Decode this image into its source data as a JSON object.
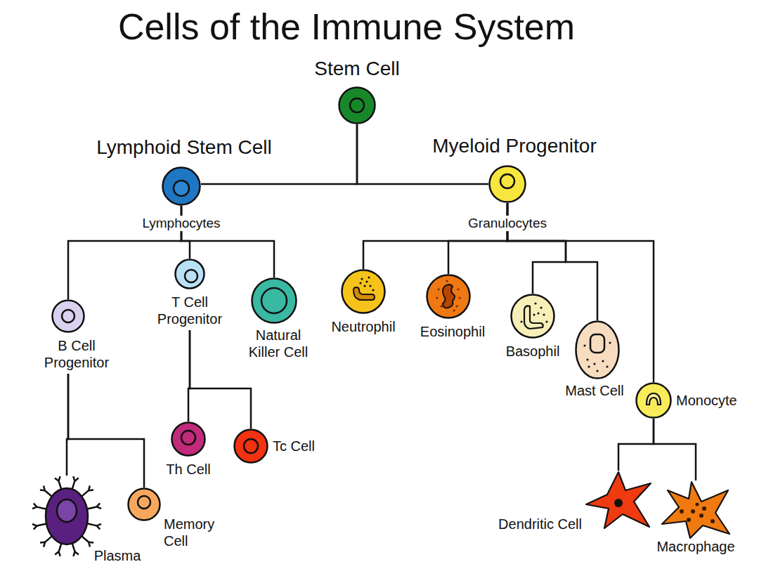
{
  "diagram": {
    "title": "Cells of the Immune System",
    "nodes": [
      {
        "text": [
          "Stem Cell"
        ]
      },
      {
        "text": [
          "Lymphoid Stem Cell"
        ]
      },
      {
        "text": [
          "Myeloid Progenitor"
        ]
      },
      {
        "text": [
          "B Cell Progenitor"
        ]
      },
      {
        "text": [
          "T Cell Progenitor"
        ]
      },
      {
        "text": [
          "Natural Killer Cell"
        ]
      },
      {
        "text": [
          "Neutrophil"
        ]
      },
      {
        "text": [
          "Eosinophil"
        ]
      },
      {
        "text": [
          "Basophil"
        ]
      },
      {
        "text": [
          "Mast Cell"
        ]
      },
      {
        "text": [
          "Monocyte"
        ]
      },
      {
        "text": [
          "Th Cell"
        ]
      },
      {
        "text": [
          "Tc Cell"
        ]
      },
      {
        "text": [
          "Plasma"
        ]
      },
      {
        "text": [
          "Memory Cell"
        ]
      },
      {
        "text": [
          "Dendritic Cell"
        ]
      },
      {
        "text": [
          "Macrophage"
        ]
      }
    ],
    "edges": [
      {
        "from": 0,
        "to": 1,
        "arrow": "none"
      },
      {
        "from": 0,
        "to": 2,
        "arrow": "none"
      },
      {
        "from": 1,
        "to": 3,
        "arrow": "none"
      },
      {
        "from": 1,
        "to": 4,
        "arrow": "none"
      },
      {
        "from": 1,
        "to": 5,
        "arrow": "none"
      },
      {
        "from": 2,
        "to": 6,
        "arrow": "none"
      },
      {
        "from": 2,
        "to": 7,
        "arrow": "none"
      },
      {
        "from": 2,
        "to": 8,
        "arrow": "none"
      },
      {
        "from": 2,
        "to": 9,
        "arrow": "none"
      },
      {
        "from": 2,
        "to": 10,
        "arrow": "none"
      },
      {
        "from": 4,
        "to": 11,
        "arrow": "none"
      },
      {
        "from": 4,
        "to": 12,
        "arrow": "none"
      },
      {
        "from": 3,
        "to": 13,
        "arrow": "none"
      },
      {
        "from": 3,
        "to": 14,
        "arrow": "none"
      },
      {
        "from": 10,
        "to": 15,
        "arrow": "none"
      },
      {
        "from": 10,
        "to": 16,
        "arrow": "none"
      }
    ],
    "labels": [
      "Lymphocytes",
      "Granulocytes"
    ]
  }
}
